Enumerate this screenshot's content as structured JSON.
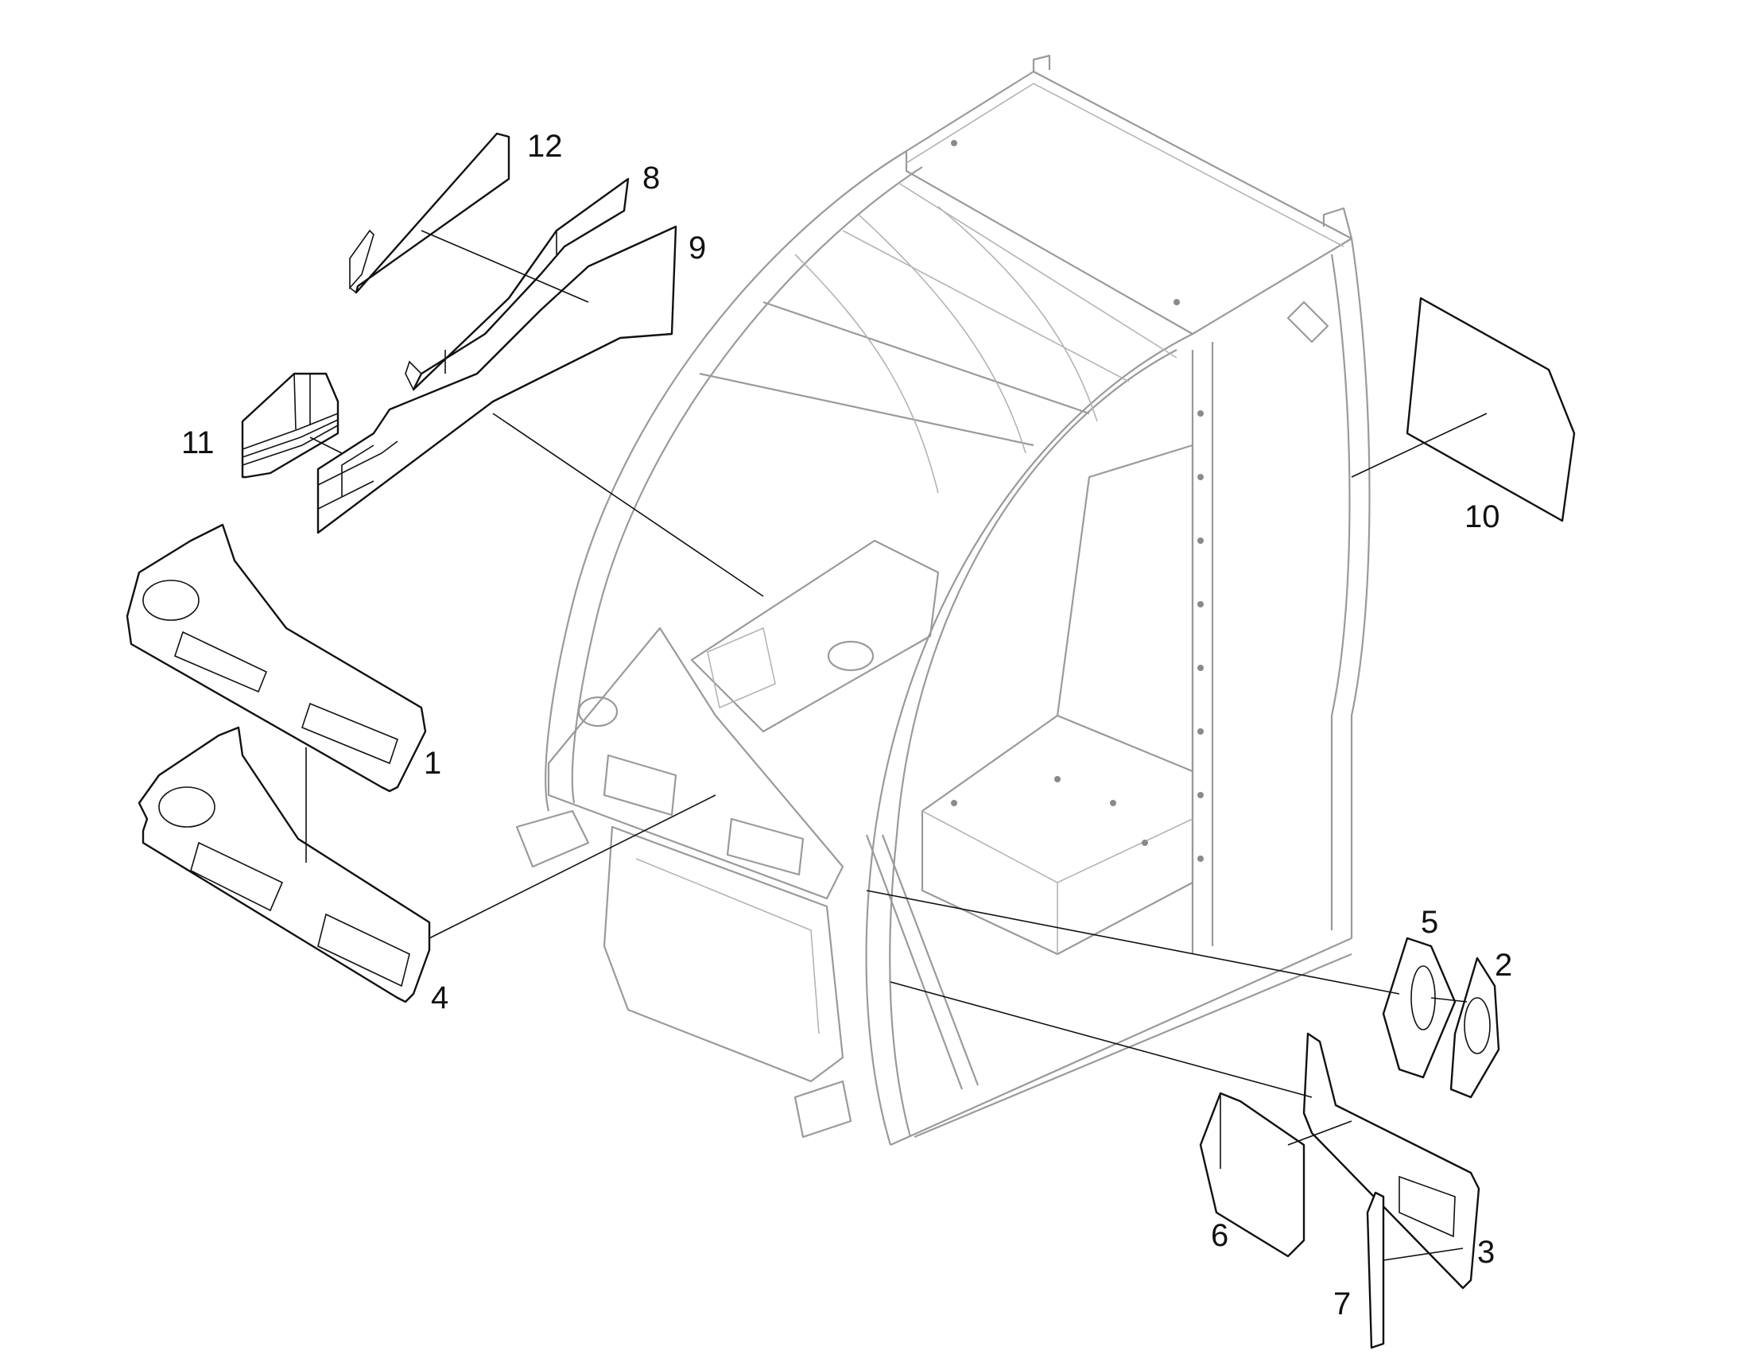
{
  "callouts": {
    "c1": "1",
    "c2": "2",
    "c3": "3",
    "c4": "4",
    "c5": "5",
    "c6": "6",
    "c7": "7",
    "c8": "8",
    "c9": "9",
    "c10": "10",
    "c11": "11",
    "c12": "12"
  },
  "colors": {
    "line_art": "#9a9a9a",
    "part_outline": "#111111",
    "background": "#ffffff"
  }
}
